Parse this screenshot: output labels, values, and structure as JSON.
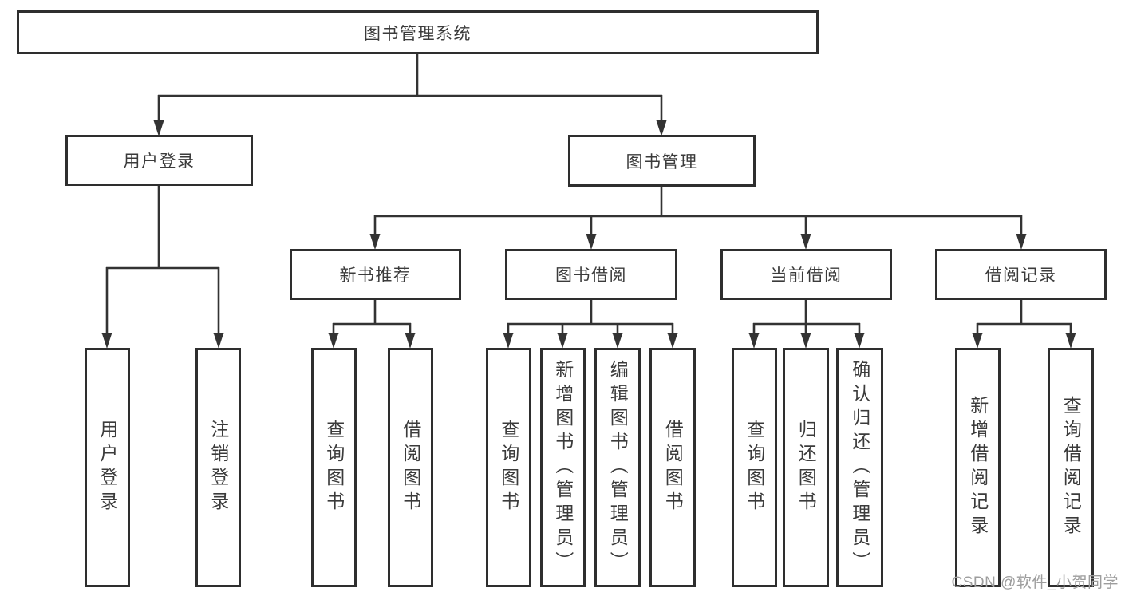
{
  "colors": {
    "line": "#333333",
    "box_border": "#2e2e2e",
    "text": "#3b3b3b",
    "watermark": "#9d9d9d"
  },
  "nodes": {
    "root": "图书管理系统",
    "user_login": "用户登录",
    "book_mgmt": "图书管理",
    "new_book_rec": "新书推荐",
    "book_borrow": "图书借阅",
    "current_borrow": "当前借阅",
    "borrow_record": "借阅记录",
    "leaf_user_login": "用户登录",
    "leaf_logout": "注销登录",
    "leaf_rec_query_books": "查询图书",
    "leaf_rec_borrow_books": "借阅图书",
    "leaf_bb_query_books": "查询图书",
    "leaf_bb_add_books": "新增图书（管理员）",
    "leaf_bb_edit_books": "编辑图书（管理员）",
    "leaf_bb_borrow_books": "借阅图书",
    "leaf_cb_query_books": "查询图书",
    "leaf_cb_return_books": "归还图书",
    "leaf_cb_confirm_return": "确认归还（管理员）",
    "leaf_br_add_record": "新增借阅记录",
    "leaf_br_query_record": "查询借阅记录"
  },
  "watermark": "CSDN @软件_小贺同学"
}
